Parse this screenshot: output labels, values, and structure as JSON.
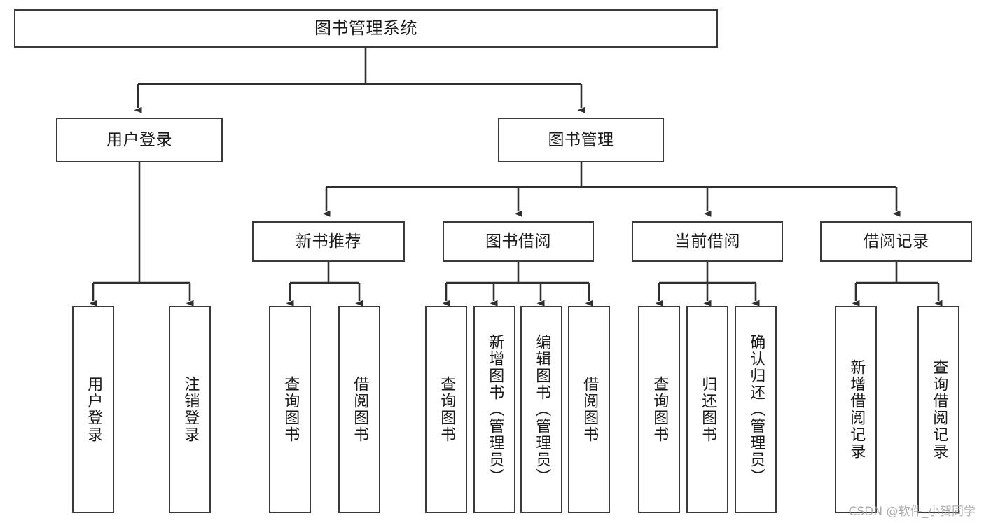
{
  "diagram": {
    "title": "图书管理系统",
    "watermark": "CSDN @软件_小贺同学",
    "colors": {
      "border": "#3a3a3a",
      "text": "#1a1a1a",
      "background": "#ffffff",
      "edge": "#2f2f2f",
      "watermark": "#9e9e9e"
    },
    "root": {
      "label": "图书管理系统"
    },
    "level2": [
      {
        "label": "用户登录"
      },
      {
        "label": "图书管理"
      }
    ],
    "level3": [
      {
        "label": "新书推荐"
      },
      {
        "label": "图书借阅"
      },
      {
        "label": "当前借阅"
      },
      {
        "label": "借阅记录"
      }
    ],
    "leaves": {
      "user_login": [
        {
          "label": "用户登录"
        },
        {
          "label": "注销登录"
        }
      ],
      "new_book": [
        {
          "label": "查询图书"
        },
        {
          "label": "借阅图书"
        }
      ],
      "borrow_book": [
        {
          "label": "查询图书"
        },
        {
          "label": "新增图书（管理员）"
        },
        {
          "label": "编辑图书（管理员）"
        },
        {
          "label": "借阅图书"
        }
      ],
      "current_borrow": [
        {
          "label": "查询图书"
        },
        {
          "label": "归还图书"
        },
        {
          "label": "确认归还（管理员）"
        }
      ],
      "borrow_record": [
        {
          "label": "新增借阅记录"
        },
        {
          "label": "查询借阅记录"
        }
      ]
    }
  }
}
